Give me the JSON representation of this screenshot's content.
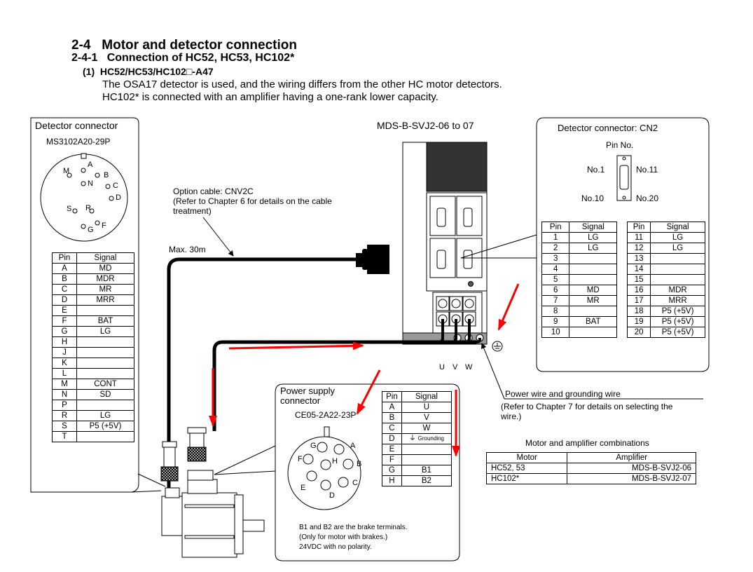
{
  "heading": {
    "section": "2-4   Motor and detector connection",
    "subsection": "2-4-1   Connection of HC52, HC53, HC102*",
    "item": "(1)  HC52/HC53/HC102□-A47",
    "description": [
      "The OSA17 detector is used, and the wiring differs from the other HC motor detectors.",
      "HC102* is connected with an amplifier having a one-rank lower capacity."
    ]
  },
  "detector_connector": {
    "title": "Detector connector",
    "model": "MS3102A20-29P",
    "pin_labels": [
      "A",
      "B",
      "C",
      "D",
      "F",
      "G",
      "M",
      "N",
      "R",
      "S"
    ],
    "table_header": [
      "Pin",
      "Signal"
    ],
    "rows": [
      [
        "A",
        "MD"
      ],
      [
        "B",
        "MDR"
      ],
      [
        "C",
        "MR"
      ],
      [
        "D",
        "MRR"
      ],
      [
        "E",
        ""
      ],
      [
        "F",
        "BAT"
      ],
      [
        "G",
        "LG"
      ],
      [
        "H",
        ""
      ],
      [
        "J",
        ""
      ],
      [
        "K",
        ""
      ],
      [
        "L",
        ""
      ],
      [
        "M",
        "CONT"
      ],
      [
        "N",
        "SD"
      ],
      [
        "P",
        ""
      ],
      [
        "R",
        "LG"
      ],
      [
        "S",
        "P5 (+5V)"
      ],
      [
        "T",
        ""
      ]
    ]
  },
  "amplifier": {
    "model": "MDS-B-SVJ2-06 to 07",
    "terminals": [
      "U",
      "V",
      "W"
    ]
  },
  "cable": {
    "option_cable": "Option cable: CNV2C",
    "note_line1": "(Refer to Chapter 6 for details on the cable",
    "note_line2": "treatment)",
    "max_length": "Max. 30m"
  },
  "cn2": {
    "title": "Detector connector: CN2",
    "pin_no": "Pin No.",
    "no1": "No.1",
    "no11": "No.11",
    "no10": "No.10",
    "no20": "No.20",
    "table_header": [
      "Pin",
      "Signal"
    ],
    "left_rows": [
      [
        "1",
        "LG"
      ],
      [
        "2",
        "LG"
      ],
      [
        "3",
        ""
      ],
      [
        "4",
        ""
      ],
      [
        "5",
        ""
      ],
      [
        "6",
        "MD"
      ],
      [
        "7",
        "MR"
      ],
      [
        "8",
        ""
      ],
      [
        "9",
        "BAT"
      ],
      [
        "10",
        ""
      ]
    ],
    "right_rows": [
      [
        "11",
        "LG"
      ],
      [
        "12",
        "LG"
      ],
      [
        "13",
        ""
      ],
      [
        "14",
        ""
      ],
      [
        "15",
        ""
      ],
      [
        "16",
        "MDR"
      ],
      [
        "17",
        "MRR"
      ],
      [
        "18",
        "P5 (+5V)"
      ],
      [
        "19",
        "P5 (+5V)"
      ],
      [
        "20",
        "P5 (+5V)"
      ]
    ]
  },
  "power_connector": {
    "title_line1": "Power supply",
    "title_line2": "connector",
    "model": "CE05-2A22-23P",
    "pin_labels": [
      "A",
      "B",
      "C",
      "D",
      "E",
      "F",
      "G",
      "H"
    ],
    "table_header": [
      "Pin",
      "Signal"
    ],
    "rows": [
      [
        "A",
        "U"
      ],
      [
        "B",
        "V"
      ],
      [
        "C",
        "W"
      ],
      [
        "D",
        "Grounding"
      ],
      [
        "E",
        ""
      ],
      [
        "F",
        ""
      ],
      [
        "G",
        "B1"
      ],
      [
        "H",
        "B2"
      ]
    ],
    "notes": [
      "B1 and B2 are the brake terminals.",
      "(Only for motor with brakes.)",
      "24VDC with no polarity."
    ]
  },
  "power_wire": {
    "label": "Power wire and grounding wire",
    "note_line1": "(Refer to Chapter 7 for details on selecting the",
    "note_line2": "wire.)"
  },
  "combinations": {
    "title": "Motor and amplifier combinations",
    "header": [
      "Motor",
      "Amplifier"
    ],
    "rows": [
      [
        "HC52, 53",
        "MDS-B-SVJ2-06"
      ],
      [
        "HC102*",
        "MDS-B-SVJ2-07"
      ]
    ]
  },
  "colors": {
    "arrow": "#ff0000",
    "line": "#000000",
    "panel_dark": "#333333",
    "panel_gray": "#999999"
  }
}
